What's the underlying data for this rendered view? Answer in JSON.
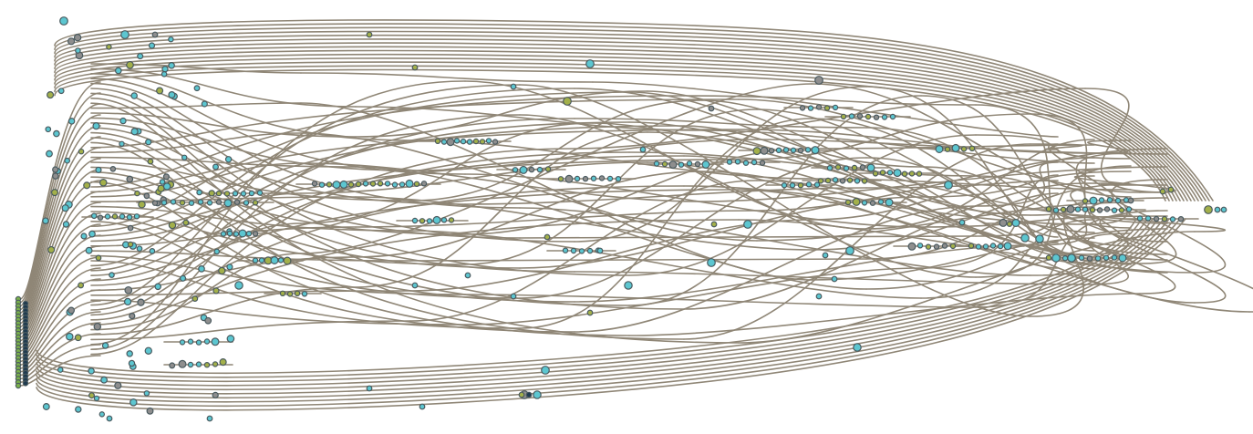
{
  "diagram": {
    "type": "flow-graph",
    "colors": {
      "edge": "#8f8676",
      "node_cyan": "#5cc6d0",
      "node_olive": "#a3b04a",
      "node_gray": "#8e8e8e",
      "node_navy": "#1e3a4f",
      "node_green": "#7bb24a",
      "node_stroke": "#4a5a5f"
    },
    "source_columns": {
      "green_count": 26,
      "navy_count": 24
    }
  }
}
